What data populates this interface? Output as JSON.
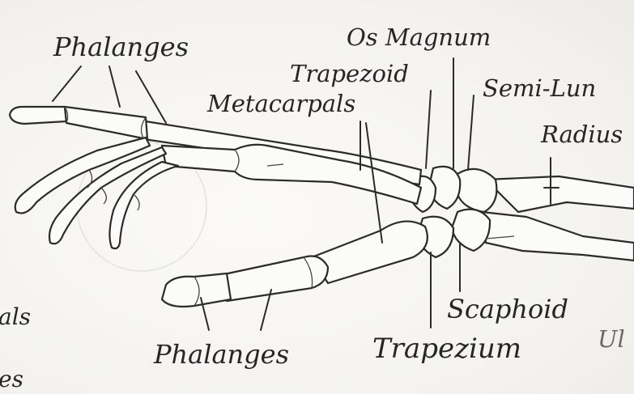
{
  "labels": {
    "phalanges_top": "Phalanges",
    "os_magnum": "Os Magnum",
    "trapezoid": "Trapezoid",
    "semi_lunar": "Semi-Lun",
    "metacarpals": "Metacarpals",
    "radius": "Radius",
    "scaphoid": "Scaphoid",
    "trapezium": "Trapezium",
    "phalanges_bottom": "Phalanges",
    "ulna_partial": "Ul",
    "left_als": "als",
    "left_es": "es"
  }
}
